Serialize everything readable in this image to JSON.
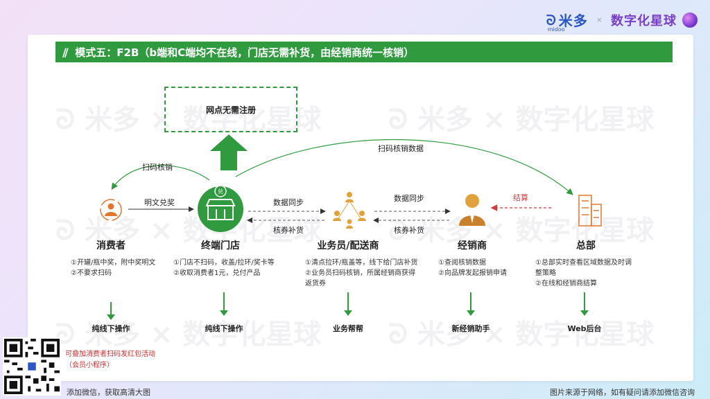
{
  "brand": {
    "logo": "米多",
    "logo_sub": "midoo",
    "x": "×",
    "planet": "数字化星球"
  },
  "title": "模式五：F2B（b端和C端均不在线，门店无需补货，由经销商统一核销）",
  "no_register": "网点无需注册",
  "arrows": {
    "scan_verify": "扫码核销",
    "scan_verify_data": "扫码核销数据",
    "plain_redeem": "明文兑奖",
    "data_sync_1": "数据同步",
    "coupon_restock_1": "核券补货",
    "data_sync_2": "数据同步",
    "coupon_restock_2": "核券补货",
    "settle": "结算"
  },
  "nodes": [
    {
      "name": "消费者",
      "desc": [
        "①开罐/瓶中奖，附中奖明文",
        "②不要求扫码"
      ],
      "tool": "纯线下操作"
    },
    {
      "name": "终端门店",
      "desc": [
        "①门店不扫码，收盖/拉环/奖卡等",
        "②收取消费者1元，兑付产品"
      ],
      "tool": "纯线下操作",
      "icon_badge": "兑"
    },
    {
      "name": "业务员/配送商",
      "desc": [
        "①清点拉环/瓶盖等，线下给门店补货",
        "②业务员扫码核销，所属经销商获得",
        "返货券"
      ],
      "tool": "业务帮帮"
    },
    {
      "name": "经销商",
      "desc": [
        "①查阅核销数据",
        "②向品牌发起报销申请"
      ],
      "tool": "新经销助手"
    },
    {
      "name": "总部",
      "desc": [
        "①总部实时查看区域数据及时调",
        "整策略",
        "②在线和经销商结算"
      ],
      "tool": "Web后台"
    }
  ],
  "promo": [
    "可叠加消费者扫码发红包活动",
    "（会员小程序）"
  ],
  "footer": {
    "left": "添加微信，获取高清大图",
    "right": "图片来源于网络，如有疑问请添加微信咨询"
  },
  "colors": {
    "green": "#2f9a3e",
    "orange": "#e2762d",
    "red": "#d23b3b"
  }
}
